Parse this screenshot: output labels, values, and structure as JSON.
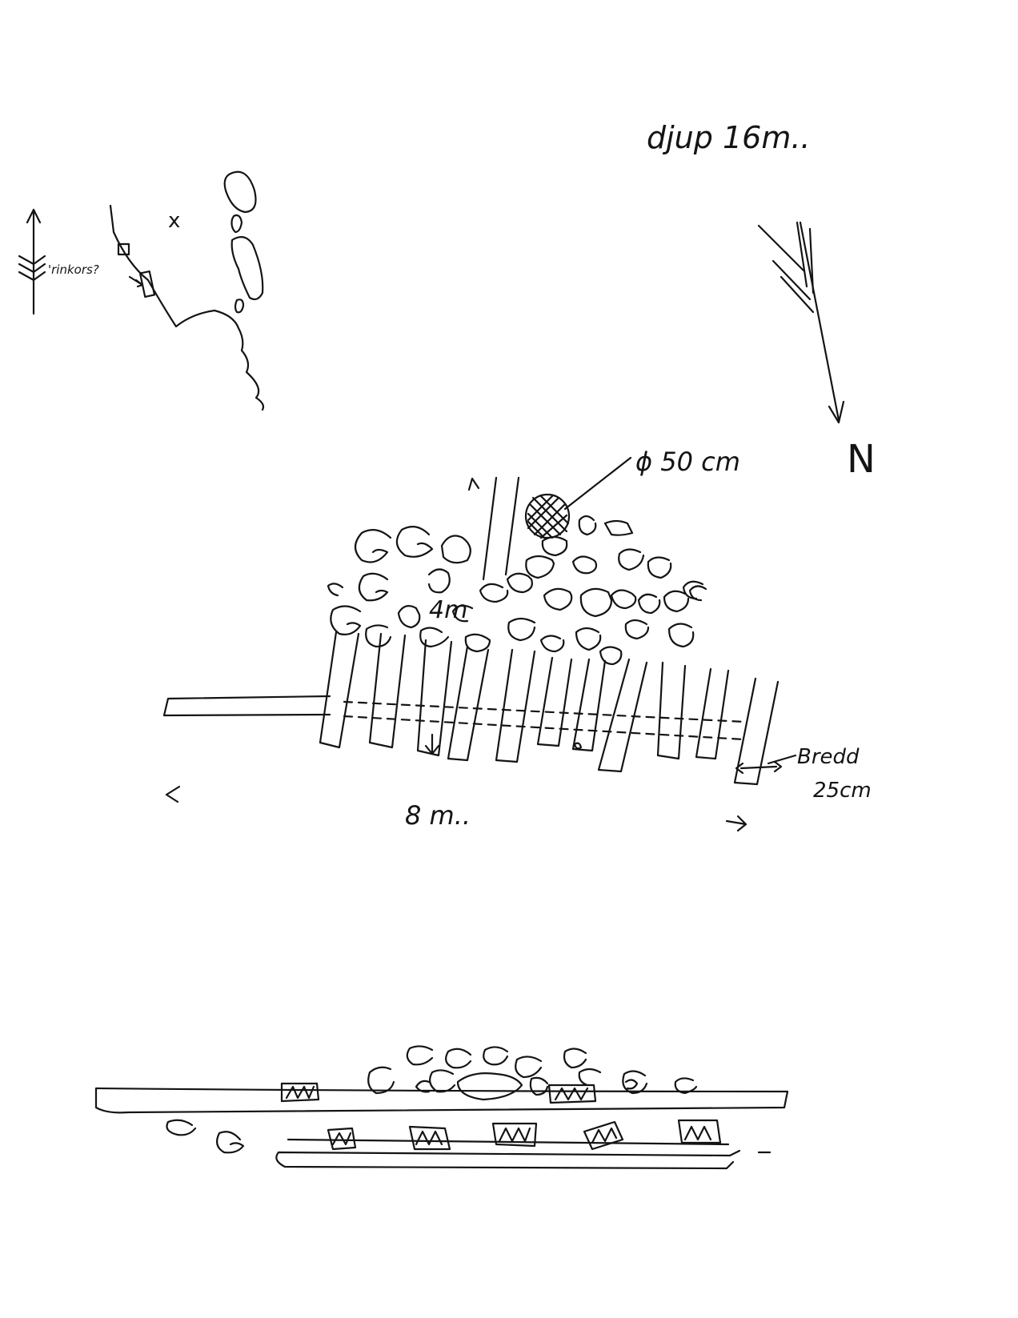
{
  "labels": {
    "depth": "djup 16m..",
    "north": "N",
    "diameter": "ϕ 50 cm",
    "length_4m": "4m",
    "length_8m": "8 m..",
    "width_label": "Bredd",
    "width_value": "25cm",
    "map_annotation": "'rinkors?"
  }
}
